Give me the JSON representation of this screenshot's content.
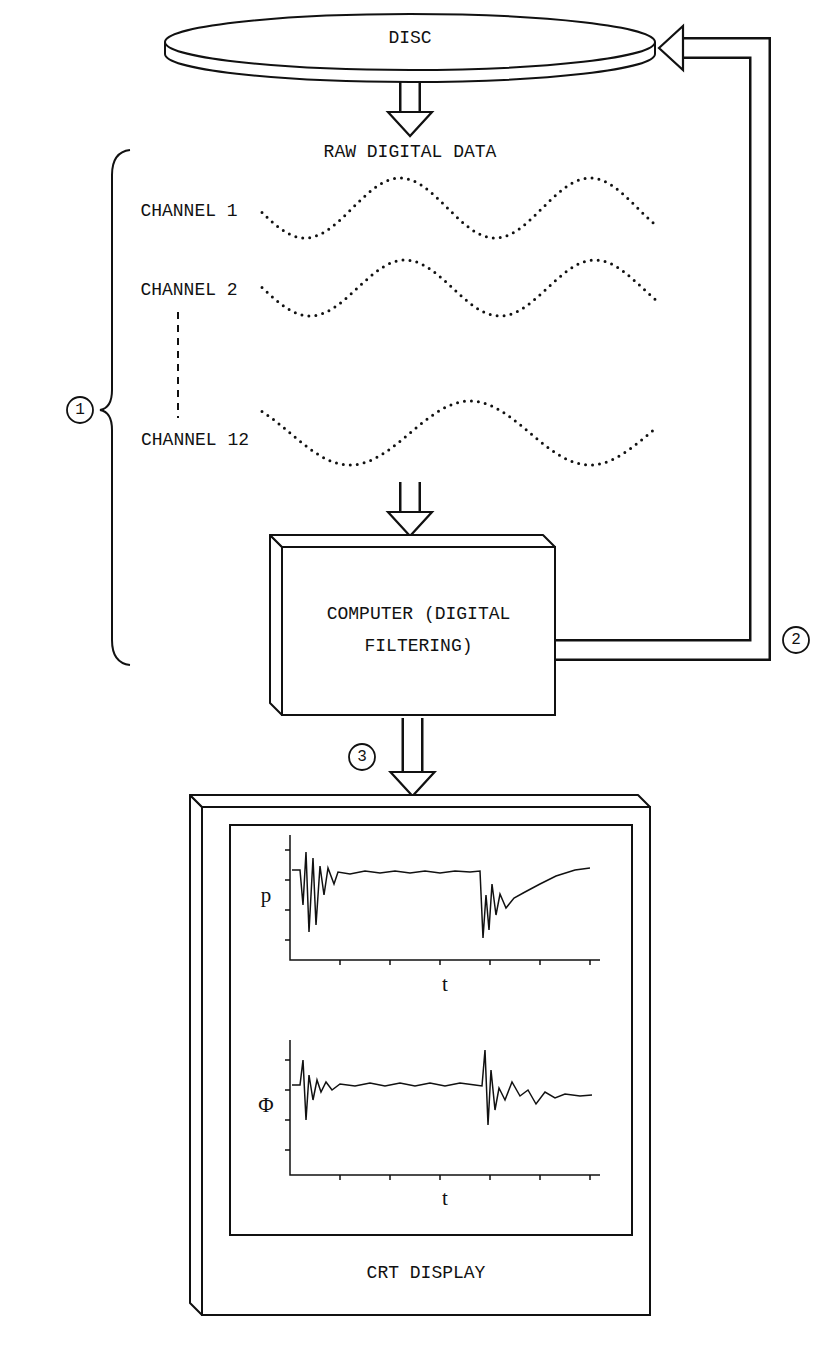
{
  "diagram": {
    "nodes": [
      {
        "text": [
          "DISC"
        ]
      },
      {
        "text": [
          "1"
        ]
      },
      {
        "text": [
          "COMPUTER (DIGITAL FILTERING)"
        ]
      },
      {
        "text": [
          "2"
        ]
      },
      {
        "text": [
          "3"
        ]
      },
      {
        "text": [
          "CRT DISPLAY"
        ]
      }
    ],
    "edges": [
      {
        "from": 0,
        "to": 2,
        "arrow": "to"
      },
      {
        "from": 2,
        "to": 0,
        "arrow": "to"
      },
      {
        "from": 2,
        "to": 5,
        "arrow": "to"
      }
    ],
    "labels": [
      "RAW DIGITAL DATA",
      "CHANNEL 1",
      "CHANNEL 2",
      "CHANNEL 12",
      "p",
      "t",
      "Φ",
      "t"
    ]
  }
}
